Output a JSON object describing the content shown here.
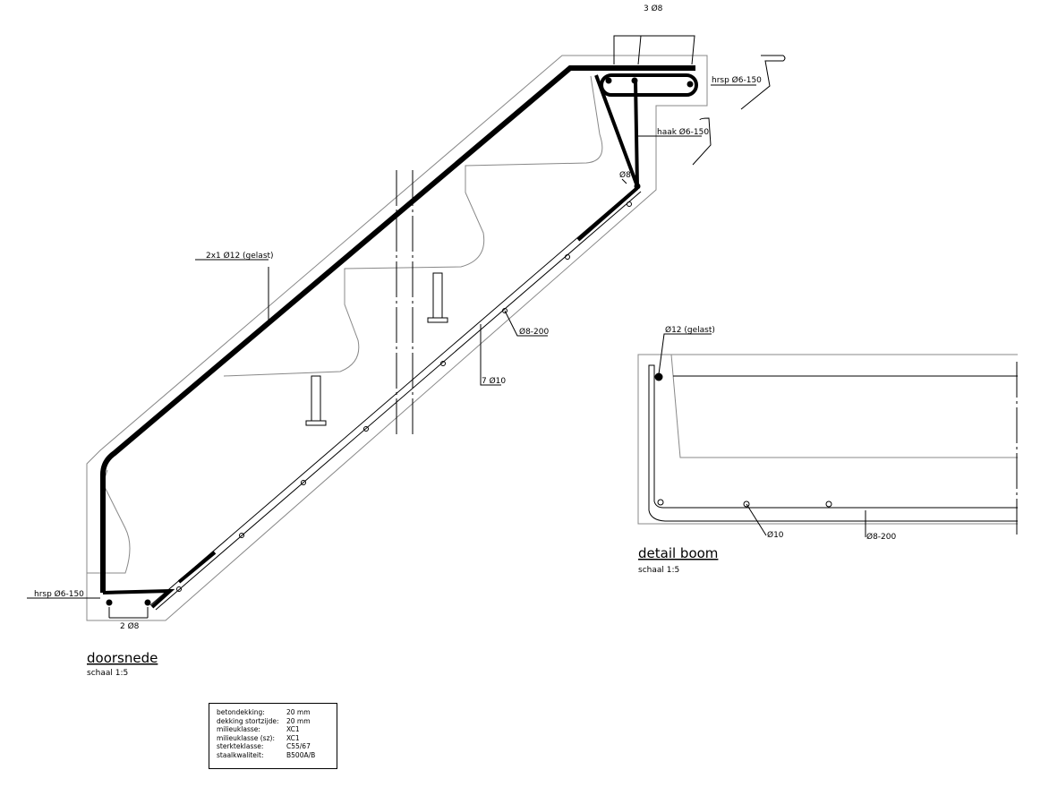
{
  "section": {
    "title": "doorsnede",
    "scale": "schaal 1:5",
    "labels": {
      "top_bars": "3 Ø8",
      "top_stirrup": "hrsp Ø6-150",
      "hook": "haak Ø6-150",
      "corner_bar": "Ø8",
      "main_bar": "2x1 Ø12 (gelast)",
      "distribution": "Ø8-200",
      "bottom_bars": "7 Ø10",
      "bottom_stirrup": "hrsp Ø6-150",
      "foot_bars": "2 Ø8"
    }
  },
  "detail": {
    "title": "detail boom",
    "scale": "schaal 1:5",
    "labels": {
      "welded_bar": "Ø12 (gelast)",
      "bar": "Ø10",
      "distribution": "Ø8-200"
    }
  },
  "specs": [
    {
      "key": "betondekking:",
      "value": "20 mm"
    },
    {
      "key": "dekking stortzijde:",
      "value": "20 mm"
    },
    {
      "key": "milieuklasse:",
      "value": "XC1"
    },
    {
      "key": "milieuklasse (sz):",
      "value": "XC1"
    },
    {
      "key": "sterkteklasse:",
      "value": "C55/67"
    },
    {
      "key": "staalkwaliteit:",
      "value": "B500A/B"
    }
  ]
}
